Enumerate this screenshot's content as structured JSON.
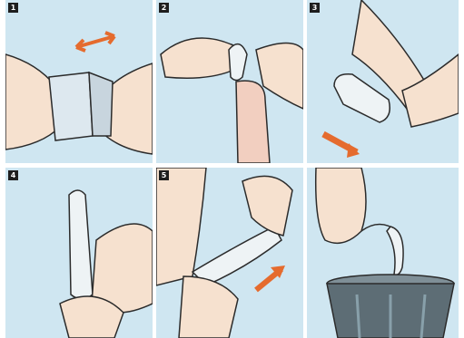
{
  "steps": [
    {
      "number": "1",
      "depiction": "open-wrapper-icon"
    },
    {
      "number": "2",
      "depiction": "pinch-tip-icon"
    },
    {
      "number": "3",
      "depiction": "place-on-tip-icon"
    },
    {
      "number": "4",
      "depiction": "rolled-on-icon"
    },
    {
      "number": "5",
      "depiction": "remove-holding-base-icon"
    },
    {
      "number": "",
      "depiction": "dispose-in-bin-icon"
    }
  ],
  "colors": {
    "background": "#cfe6f1",
    "skin": "#f6e1cf",
    "outline": "#2b2b2b",
    "arrow": "#e56b2e",
    "bin": "#5d6d75",
    "number_badge": "#1e1e1e"
  }
}
